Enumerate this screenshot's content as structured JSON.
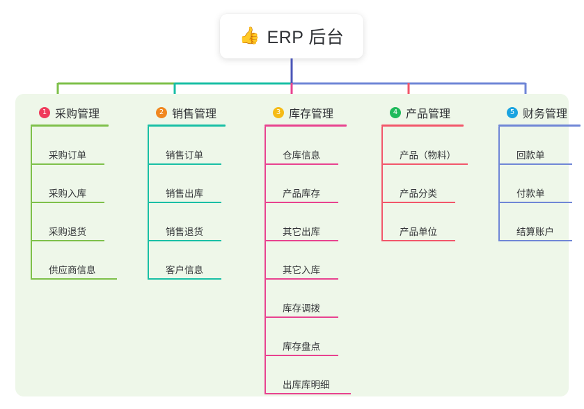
{
  "root": {
    "icon": "thumbs-up-icon",
    "icon_glyph": "👍",
    "title": "ERP 后台"
  },
  "board": {
    "background": "#eef7e9"
  },
  "columns": [
    {
      "index": "1",
      "badge_color": "#ef3b5b",
      "line_color": "#7ec04a",
      "connector_color": "#7ec04a",
      "title": "采购管理",
      "items": [
        {
          "label": "采购订单"
        },
        {
          "label": "采购入库"
        },
        {
          "label": "采购退货"
        },
        {
          "label": "供应商信息"
        }
      ]
    },
    {
      "index": "2",
      "badge_color": "#f0871f",
      "line_color": "#18bfa5",
      "connector_color": "#18bfa5",
      "title": "销售管理",
      "items": [
        {
          "label": "销售订单"
        },
        {
          "label": "销售出库"
        },
        {
          "label": "销售退货"
        },
        {
          "label": "客户信息"
        }
      ]
    },
    {
      "index": "3",
      "badge_color": "#f5bb17",
      "line_color": "#e8428f",
      "connector_color": "#e8428f",
      "title": "库存管理",
      "items": [
        {
          "label": "仓库信息"
        },
        {
          "label": "产品库存"
        },
        {
          "label": "其它出库"
        },
        {
          "label": "其它入库"
        },
        {
          "label": "库存调拨"
        },
        {
          "label": "库存盘点"
        },
        {
          "label": "出库库明细"
        }
      ]
    },
    {
      "index": "4",
      "badge_color": "#1fba5b",
      "line_color": "#f2566a",
      "connector_color": "#f2566a",
      "title": "产品管理",
      "items": [
        {
          "label": "产品（物料）"
        },
        {
          "label": "产品分类"
        },
        {
          "label": "产品单位"
        }
      ]
    },
    {
      "index": "5",
      "badge_color": "#1aa3e0",
      "line_color": "#6f86d6",
      "connector_color": "#6f86d6",
      "title": "财务管理",
      "items": [
        {
          "label": "回款单"
        },
        {
          "label": "付款单"
        },
        {
          "label": "结算账户"
        }
      ]
    }
  ],
  "connector": {
    "stem_color": "#4b56b8",
    "bus_color_left": "#7ec04a",
    "bus_color_mid": "#18bfa5",
    "bus_color_right": "#6f86d6"
  }
}
